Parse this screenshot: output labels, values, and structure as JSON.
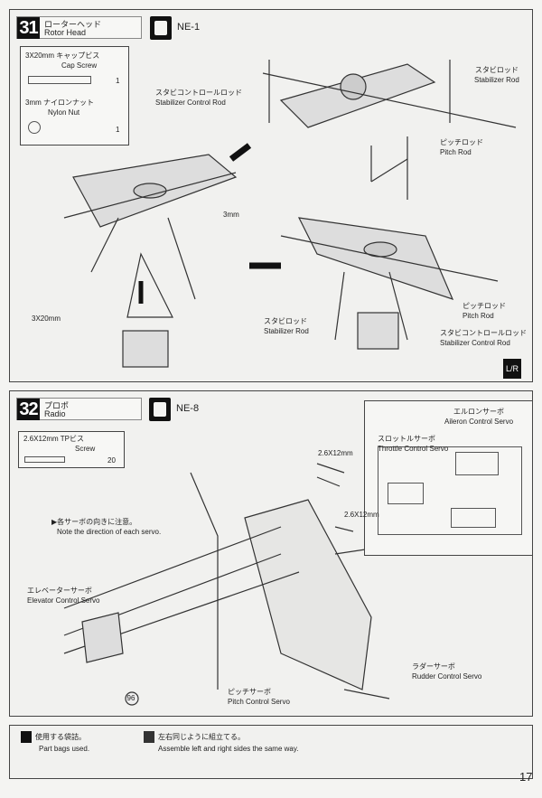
{
  "step31": {
    "number": "31",
    "title_jp": "ローターヘッド",
    "title_en": "Rotor Head",
    "bag": "NE-1",
    "parts": [
      {
        "name_jp": "3X20mm キャップビス",
        "name_en": "Cap Screw",
        "qty": "1"
      },
      {
        "name_jp": "3mm ナイロンナット",
        "name_en": "Nylon Nut",
        "qty": "1"
      }
    ],
    "labels": {
      "stab_ctrl_jp": "スタビコントロールロッド",
      "stab_ctrl_en": "Stabilizer Control Rod",
      "stab_jp": "スタビロッド",
      "stab_en": "Stabilizer Rod",
      "pitch_jp": "ピッチロッド",
      "pitch_en": "Pitch Rod",
      "nut": "3mm",
      "screw": "3X20mm",
      "pitch2_jp": "ピッチロッド",
      "pitch2_en": "Pitch Rod",
      "stab2_jp": "スタビロッド",
      "stab2_en": "Stabilizer Rod",
      "stab_ctrl2_jp": "スタビコントロールロッド",
      "stab_ctrl2_en": "Stabilizer Control Rod"
    }
  },
  "step32": {
    "number": "32",
    "title_jp": "プロポ",
    "title_en": "Radio",
    "bag": "NE-8",
    "parts": [
      {
        "name_jp": "2.6X12mm TPビス",
        "name_en": "Screw",
        "qty": "20"
      }
    ],
    "note_jp": "▶各サーボの向きに注意。",
    "note_en": "Note the direction of each servo.",
    "labels": {
      "screw1": "2.6X12mm",
      "screw2": "2.6X12mm",
      "aileron_jp": "エルロンサーボ",
      "aileron_en": "Aileron Control Servo",
      "throttle_jp": "スロットルサーボ",
      "throttle_en": "Throttle Control Servo",
      "elevator_jp": "エレベーターサーボ",
      "elevator_en": "Elevator Control Servo",
      "pitch_jp": "ピッチサーボ",
      "pitch_en": "Pitch Control Servo",
      "rudder_jp": "ラダーサーボ",
      "rudder_en": "Rudder Control Servo",
      "ref": "96"
    }
  },
  "legend": {
    "bag_jp": "使用する袋詰。",
    "bag_en": "Part bags used.",
    "lr_jp": "左右同じように組立てる。",
    "lr_en": "Assemble left and right sides the same way.",
    "lr_icon": "L/R"
  },
  "page_number": "17"
}
